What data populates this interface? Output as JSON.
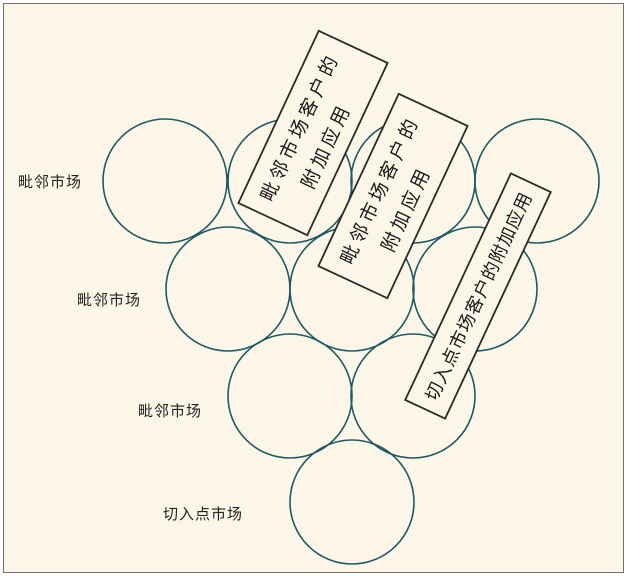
{
  "labels": {
    "row1": "毗邻市场",
    "row2": "毗邻市场",
    "row3": "毗邻市场",
    "entry": "切入点市场"
  },
  "boxes": {
    "box1": {
      "line1": "毗邻市场客户的",
      "line2": "附加应用"
    },
    "box2": {
      "line1": "毗邻市场客户的",
      "line2": "附加应用"
    },
    "box3": {
      "line1": "切入点市场客户的附加应用"
    }
  },
  "colors": {
    "circle_stroke": "#1f5a63",
    "box_stroke": "#2a2a2a",
    "background": "#fbf6e8",
    "box_fill": "#fbf6e8"
  }
}
